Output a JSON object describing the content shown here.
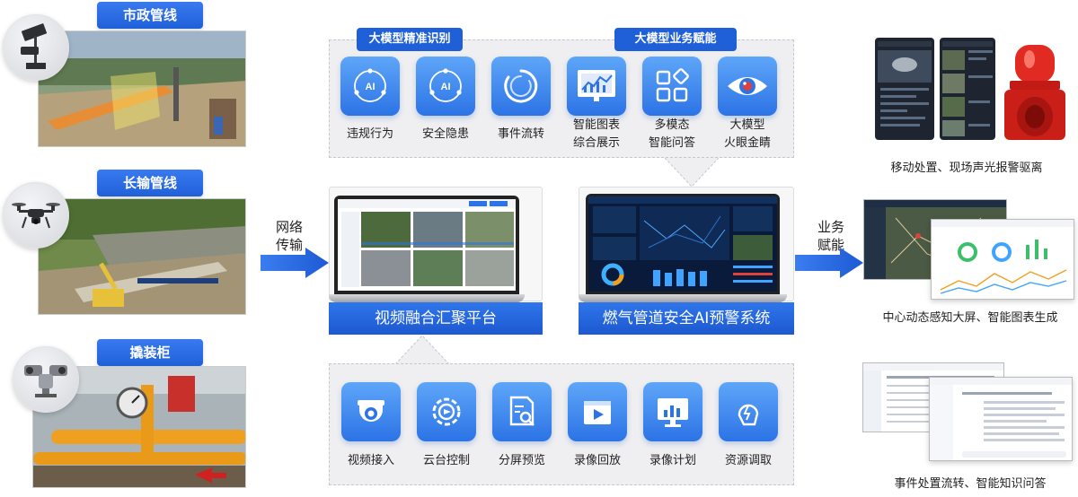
{
  "sources": [
    {
      "label": "市政管线",
      "icon": "solar-camera-icon"
    },
    {
      "label": "长输管线",
      "icon": "drone-icon"
    },
    {
      "label": "撬装柜",
      "icon": "cctv-camera-icon"
    }
  ],
  "arrows": {
    "network": "网络\n传输",
    "network_line1": "网络",
    "network_line2": "传输",
    "business_line1": "业务",
    "business_line2": "赋能"
  },
  "top_panel": {
    "tag_left": "大模型精准识别",
    "tag_right": "大模型业务赋能",
    "tiles": [
      {
        "icon": "ai-network-icon",
        "line1": "违规行为",
        "line2": ""
      },
      {
        "icon": "ai-network-icon",
        "line1": "安全隐患",
        "line2": ""
      },
      {
        "icon": "flow-circle-icon",
        "line1": "事件流转",
        "line2": ""
      },
      {
        "icon": "chart-board-icon",
        "line1": "智能图表",
        "line2": "综合展示"
      },
      {
        "icon": "multimodal-grid-icon",
        "line1": "多模态",
        "line2": "智能问答"
      },
      {
        "icon": "eye-icon",
        "line1": "大模型",
        "line2": "火眼金睛"
      }
    ]
  },
  "platforms": {
    "video": "视频融合汇聚平台",
    "ai": "燃气管道安全AI预警系统"
  },
  "bottom_panel": {
    "tiles": [
      {
        "icon": "dome-camera-icon",
        "label": "视频接入"
      },
      {
        "icon": "ptz-gear-icon",
        "label": "云台控制"
      },
      {
        "icon": "split-search-icon",
        "label": "分屏预览"
      },
      {
        "icon": "video-play-icon",
        "label": "录像回放"
      },
      {
        "icon": "monitor-chart-icon",
        "label": "录像计划"
      },
      {
        "icon": "headset-person-icon",
        "label": "资源调取"
      }
    ]
  },
  "outputs": [
    {
      "caption": "移动处置、现场声光报警驱离"
    },
    {
      "caption": "中心动态感知大屏、智能图表生成"
    },
    {
      "caption": "事件处置流转、智能知识问答"
    }
  ],
  "colors": {
    "brand_blue": "#1f5fd8",
    "tile_blue": "#3b86ef",
    "panel_gray": "#efeff1"
  }
}
